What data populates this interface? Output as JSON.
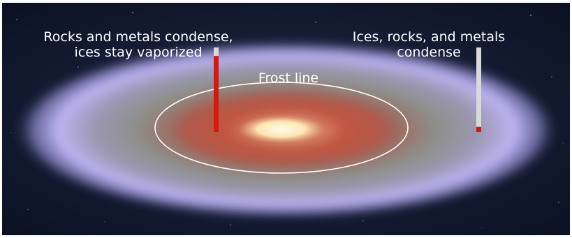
{
  "labels": {
    "inner_zone_line1": "Rocks and metals condense,",
    "inner_zone_line2": "ices stay vaporized",
    "outer_zone_line1": "Ices, rocks, and metals",
    "outer_zone_line2": "condense",
    "frost_line": "Frost line"
  },
  "thermometers": [
    {
      "zone": "inner",
      "level": 0.9
    },
    {
      "zone": "outer",
      "level": 0.06
    }
  ],
  "colors": {
    "space": "#101a30",
    "outer_haze": "#b7aef0",
    "mid_disk": "#9a9aa0",
    "inner_disk": "#b5473a",
    "core": "#fff4cf",
    "frost_line": "#ffffff",
    "thermometer_fill": "#d8180f",
    "thermometer_tube": "#d9d9d9"
  }
}
